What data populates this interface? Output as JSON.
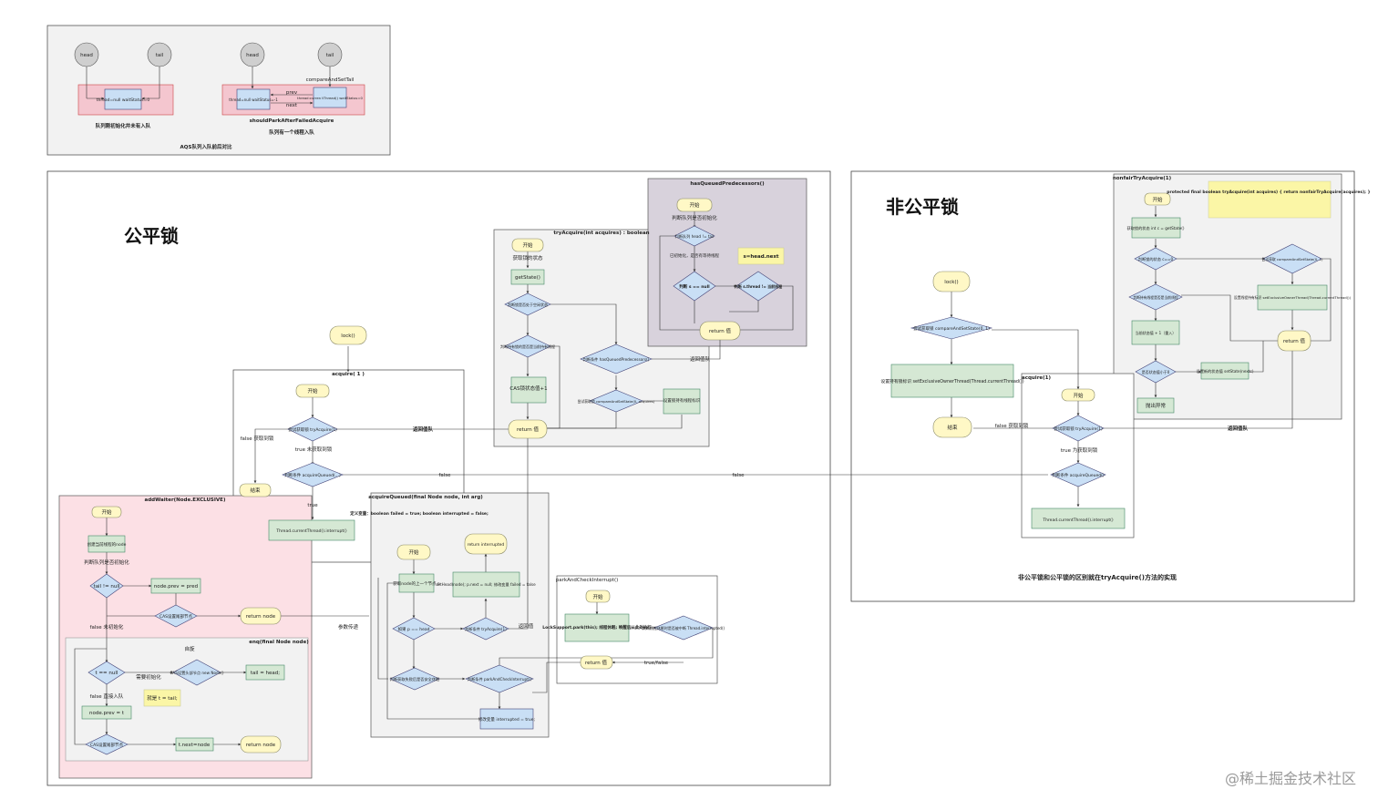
{
  "top_panel": {
    "left_head": "head",
    "left_tail": "tail",
    "left_node": "thread=null waitStatus=0",
    "left_caption": "队列刚初始化并未有入队",
    "right_head": "head",
    "right_tail": "tail",
    "right_cas": "compareAndSetTail",
    "right_node1": "thread=null waitStatus=-1",
    "right_node2": "thread:curren tThread() waitStatus=0",
    "prev": "prev",
    "next": "next",
    "should_park": "shouldParkAfterFailedAcquire",
    "right_caption": "队列有一个线程入队",
    "title": "AQS队列入队前后对比"
  },
  "fair": {
    "title": "公平锁",
    "lock": "lock()",
    "acquire_title": "acquire( 1 )",
    "start": "开始",
    "try_acquire_q": "尝试获取锁 tryAcquire(1)",
    "false_get": "false 获取到锁",
    "true_notget": "true 未获取到锁",
    "acquire_queued_q": "判断条件 acquireQueued(...)",
    "end": "结束",
    "interrupt": "Thread.currentThread().interrupt()",
    "return_queue": "返回值队",
    "false": "false",
    "true": "true",
    "param_pass": "参数传递",
    "return_value": "返回值"
  },
  "add_waiter": {
    "title": "addWaiter(Node.EXCLUSIVE)",
    "start": "开始",
    "create_node": "创建当前线程的node",
    "init_check": "判断队列是否初始化",
    "tail_null": "tail != null",
    "node_prev": "node.prev = pred",
    "cas_tail": "CAS设置尾部节点",
    "return_node1": "return node",
    "false_init": "false 未初始化",
    "enq_title": "enq(final Node node)",
    "loop": "自旋",
    "t_null": "t == null",
    "need_init": "需要初始化",
    "cas_head": "CAS设置头部节点 new Node()",
    "tail_head": "tail = head;",
    "note": "就是 t = tail;",
    "false_enqueue": "false 直接入队",
    "node_prev_t": "node.prev = t",
    "cas_tail2": "CAS设置尾部节点",
    "t_next": "t.next=node",
    "return_node2": "return node"
  },
  "acquire_queued": {
    "title": "acquireQueued(final Node node, int arg)",
    "vars": "定义变量：boolean failed = true; boolean interrupted = false;",
    "start": "开始",
    "get_pred": "获取node的上一个节点 p",
    "if_head": "如果 p == head",
    "try_acq": "判断条件 tryAcquire(1)",
    "set_head": "setHead(node); p.next = null; 修改变量 failed = false",
    "return_interrupted": "return interrupted",
    "should_park": "判断获取失败后是否安全休眠",
    "park_check": "判断条件 parkAndCheckInterrupt()",
    "modify_var": "修改变量 interrupted = true;"
  },
  "park_and_check": {
    "title": "parkAndCheckInterrupt()",
    "start": "开始",
    "park": "LockSupport.park(this); 线程休眠; 唤醒后从此处执行",
    "interrupted_q": "判断线程休眠时是否被中断 Thread.interrupted()",
    "return_val": "return 值",
    "true_false": "true/false"
  },
  "try_acquire": {
    "title": "tryAcquire(int acquires) : boolean",
    "start": "开始",
    "get_state_lbl": "获取锁的状态",
    "get_state": "getState()",
    "no_lock_q": "判断锁是否处于空闲状态",
    "holder_q": "判断持有锁的是否是当前持有线程",
    "cas_plus": "CAS锁状态值+1",
    "has_queued_q": "判断条件 hasQueuedPredecessors()",
    "cas_set_q": "尝试获取锁 compareAndSetState(0, acquires)",
    "set_owner": "设置锁持有线程标识",
    "return_val": "return 值",
    "return_queue": "返回值队"
  },
  "has_queued": {
    "title": "hasQueuedPredecessors()",
    "start": "开始",
    "init_check": "判断队列是否初始化",
    "head_tail": "判断队列 head != tail",
    "waiting": "已初始化，是否有等待线程",
    "s_null": "判断 s == null",
    "s_thread": "判断 s.thread != 当前线程",
    "note": "s=head.next",
    "return_val": "return 值"
  },
  "nonfair": {
    "title": "非公平锁",
    "lock": "lock()",
    "cas_q": "尝试获取锁 compareAndSetState(0, 1)",
    "set_owner": "设置持有锁标识 setExclusiveOwnerThread(Thread.currentThread())",
    "end": "结束",
    "acquire_title": "acquire(1)",
    "start": "开始",
    "try_acq": "尝试获取锁 tryAcquire(1)",
    "false_get": "false 获取到锁",
    "true_not": "true 为获取到锁",
    "acq_queued": "判断条件 acquireQueued()",
    "interrupt": "Thread.currentThread().interrupt()",
    "return_queue": "返回值队",
    "summary": "非公平锁和公平锁的区别就在tryAcquire()方法的实现"
  },
  "nonfair_try": {
    "title": "nonfairTryAcquire(1)",
    "code": "protected final boolean tryAcquire(int acquires) { return nonfairTryAcquire(acquires); }",
    "start": "开始",
    "get_state": "获取锁的状态 int c = getState()",
    "c_zero": "判断锁的状态 c==0",
    "cas_q": "尝试获取 compareAndSetState(0, 1)",
    "set_owner": "设置线程持有标识 setExclusiveOwnerThread(Thread.currentThread())",
    "holder_q": "判断持有线程是否是当前线程",
    "plus": "当前状态值 + 1（重入）",
    "overflow_q": "是否状态值小于0",
    "set_state": "设置新的状态值 setState(nextc)",
    "throw": "抛出异常",
    "return_val": "return 值"
  },
  "watermark": "@稀土掘金技术社区"
}
